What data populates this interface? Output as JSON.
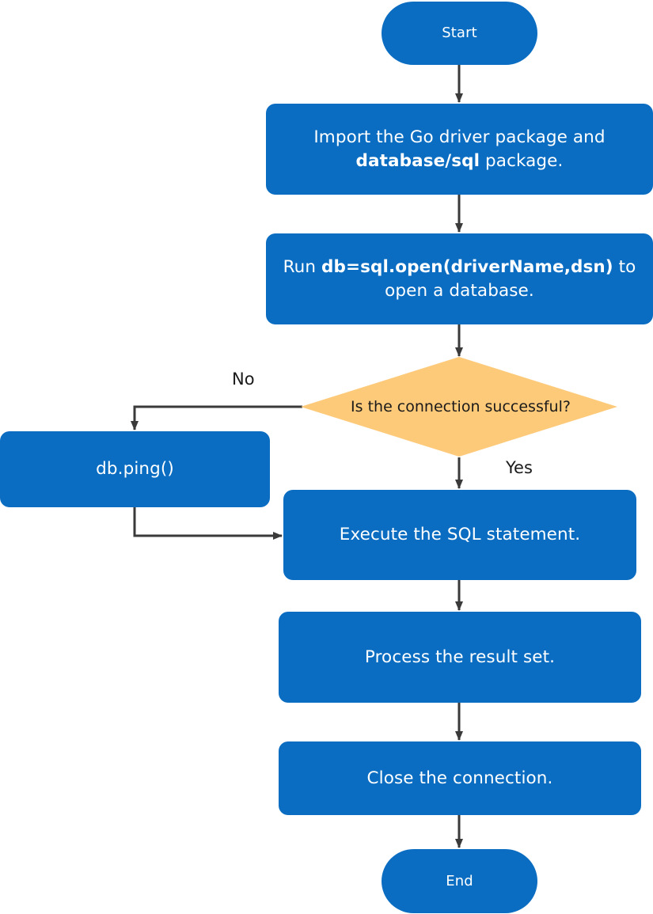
{
  "nodes": {
    "start": {
      "label": "Start"
    },
    "import": {
      "line1": "Import the Go driver package and",
      "line2_bold": "database/sql",
      "line2_rest": " package."
    },
    "open": {
      "prefix": "Run ",
      "bold": "db=sql.open(driverName,dsn)",
      "suffix": " to",
      "line2": "open a database."
    },
    "decision": {
      "label": "Is the connection successful?"
    },
    "ping": {
      "label": "db.ping()"
    },
    "execute": {
      "label": "Execute the SQL statement."
    },
    "process": {
      "label": "Process the result set."
    },
    "close": {
      "label": "Close the connection."
    },
    "end": {
      "label": "End"
    }
  },
  "edge_labels": {
    "no": "No",
    "yes": "Yes"
  },
  "colors": {
    "process_fill": "#0a6dc2",
    "decision_fill": "#fdca7a",
    "connector": "#3a3a3a",
    "node_text": "#ffffff"
  }
}
